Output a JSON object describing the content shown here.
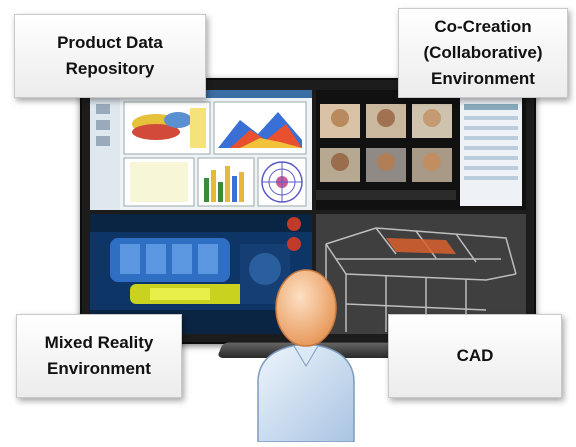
{
  "labels": {
    "top_left": "Product  Data\nRepository",
    "top_right": "Co-Creation\n(Collaborative)\nEnvironment",
    "bottom_left": "Mixed Reality\nEnvironment",
    "bottom_right": "CAD"
  },
  "colors": {
    "accent_orange": "#e8922f",
    "skin": "#f2b27e",
    "shirt": "#c9dcf0"
  },
  "icons": [
    "user-avatar-icon",
    "video-call-icon",
    "chart-icon",
    "car-engine-icon",
    "cad-wireframe-icon"
  ]
}
